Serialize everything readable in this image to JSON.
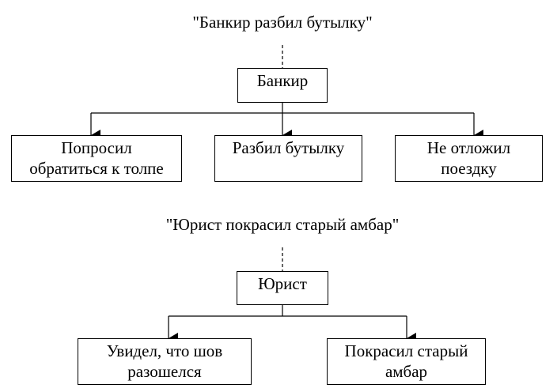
{
  "diagram1": {
    "title": "\"Банкир разбил бутылку\"",
    "root": "Банкир",
    "children": [
      {
        "line1": "Попросил",
        "line2": "обратиться к толпе"
      },
      {
        "line1": "Разбил бутылку",
        "line2": ""
      },
      {
        "line1": "Не отложил",
        "line2": "поездку"
      }
    ]
  },
  "diagram2": {
    "title": "\"Юрист покрасил старый амбар\"",
    "root": "Юрист",
    "children": [
      {
        "line1": "Увидел, что шов",
        "line2": "разошелся"
      },
      {
        "line1": "Покрасил старый",
        "line2": "амбар"
      }
    ]
  }
}
